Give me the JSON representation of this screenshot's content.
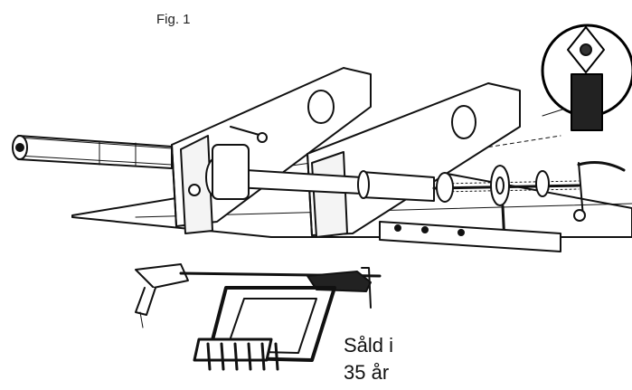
{
  "figure": {
    "label": "Fig. 1"
  },
  "caption": {
    "line1": "Såld i",
    "line2": "35 år"
  },
  "icons": {
    "tool_bit": "cutting-insert-icon",
    "drill": "drill-icon"
  },
  "colors": {
    "ink": "#111111",
    "paper": "#ffffff",
    "callout_ring": "#000000"
  }
}
